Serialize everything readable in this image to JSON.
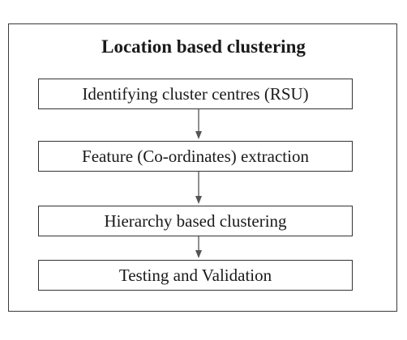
{
  "diagram": {
    "title": "Location based clustering",
    "steps": [
      {
        "label": "Identifying cluster centres (RSU)"
      },
      {
        "label": "Feature (Co-ordinates) extraction"
      },
      {
        "label": "Hierarchy based clustering"
      },
      {
        "label": "Testing and Validation"
      }
    ],
    "colors": {
      "border": "#333333",
      "text": "#1a1a1a",
      "arrow": "#555555",
      "background": "#ffffff"
    }
  }
}
